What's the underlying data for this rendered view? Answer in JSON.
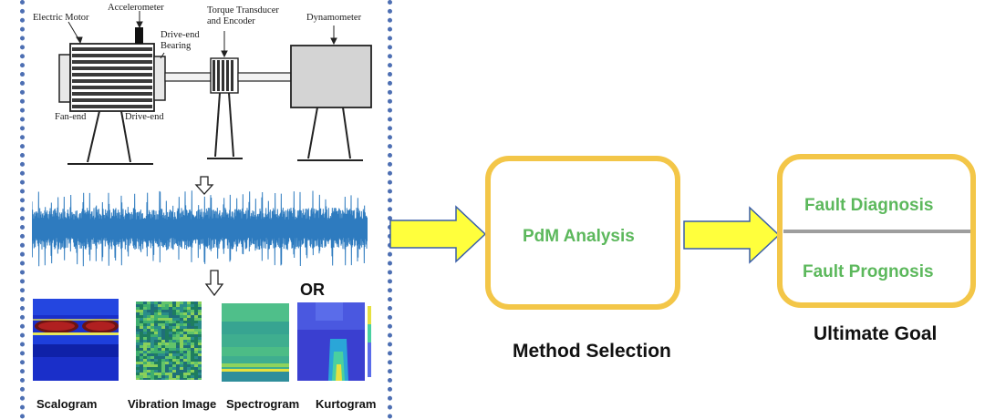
{
  "setup_labels": {
    "electric_motor": "Electric Motor",
    "accelerometer": "Accelerometer",
    "drive_end_bearing_1": "Drive-end",
    "drive_end_bearing_2": "Bearing",
    "torque_1": "Torque Transducer",
    "torque_2": "and Encoder",
    "dynamometer": "Dynamometer",
    "fan_end": "Fan-end",
    "drive_end": "Drive-end"
  },
  "representations": {
    "or_label": "OR",
    "items": [
      {
        "label": "Scalogram"
      },
      {
        "label": "Vibration Image"
      },
      {
        "label": "Spectrogram"
      },
      {
        "label": "Kurtogram"
      }
    ]
  },
  "method": {
    "box_label": "PdM Analysis",
    "caption": "Method Selection"
  },
  "goal": {
    "top_label": "Fault Diagnosis",
    "bottom_label": "Fault Prognosis",
    "caption": "Ultimate Goal"
  },
  "colors": {
    "box_border": "#f3c648",
    "arrow_fill": "#ffff3c",
    "arrow_stroke": "#3a5fa8",
    "green_text": "#5cb85c",
    "signal": "#2e7bbf",
    "dotted_border": "#4d6fb3"
  }
}
